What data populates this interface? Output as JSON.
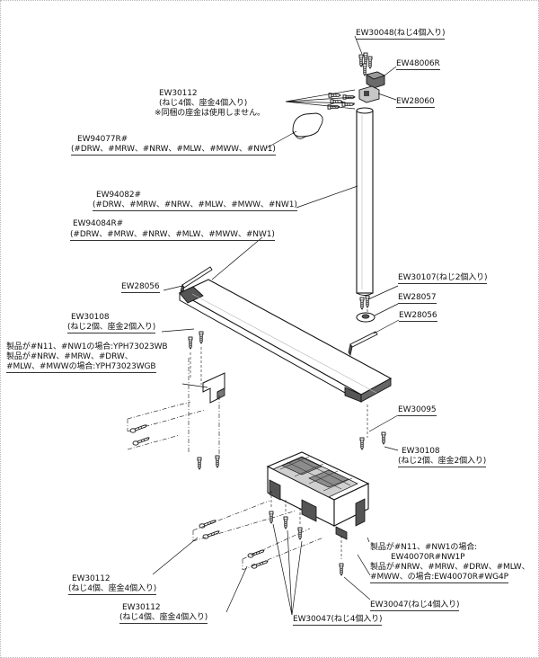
{
  "labels": {
    "ew30048": "EW30048(ねじ4個入り)",
    "ew48006r": "EW48006R",
    "ew28060": "EW28060",
    "ew30112_top_1": "EW30112",
    "ew30112_top_2": "(ねじ4個、座金4個入り)",
    "ew30112_top_3": "※同梱の座金は使用しません。",
    "ew94077r_1": "EW94077R#",
    "ew94077r_2": "(#DRW、#MRW、#NRW、#MLW、#MWW、#NW1)",
    "ew94082_1": "EW94082#",
    "ew94082_2": "(#DRW、#MRW、#NRW、#MLW、#MWW、#NW1)",
    "ew94084r_1": "EW94084R#",
    "ew94084r_2": "(#DRW、#MRW、#NRW、#MLW、#MWW、#NW1)",
    "ew28056_left": "EW28056",
    "ew30107": "EW30107(ねじ2個入り)",
    "ew28057": "EW28057",
    "ew28056_right": "EW28056",
    "ew30108_top_1": "EW30108",
    "ew30108_top_2": "(ねじ2個、座金2個入り)",
    "bracket_1": "製品が#N11、#NW1の場合:YPH73023WB",
    "bracket_2": "製品が#NRW、#MRW、#DRW、",
    "bracket_3": "#MLW、#MWWの場合:YPH73023WGB",
    "ew30095": "EW30095",
    "ew30108_bot_1": "EW30108",
    "ew30108_bot_2": "(ねじ2個、座金2個入り)",
    "base_1": "製品が#N11、#NW1の場合:",
    "base_2": "EW40070R#NW1P",
    "base_3": "製品が#NRW、#MRW、#DRW、#MLW、",
    "base_4": "#MWW、の場合:EW40070R#WG4P",
    "ew30112_bl_1": "EW30112",
    "ew30112_bl_2": "(ねじ4個、座金4個入り)",
    "ew30112_bm_1": "EW30112",
    "ew30112_bm_2": "(ねじ4個、座金4個入り)",
    "ew30047_right": "EW30047(ねじ4個入り)",
    "ew30047_bottom": "EW30047(ねじ4個入り)"
  }
}
